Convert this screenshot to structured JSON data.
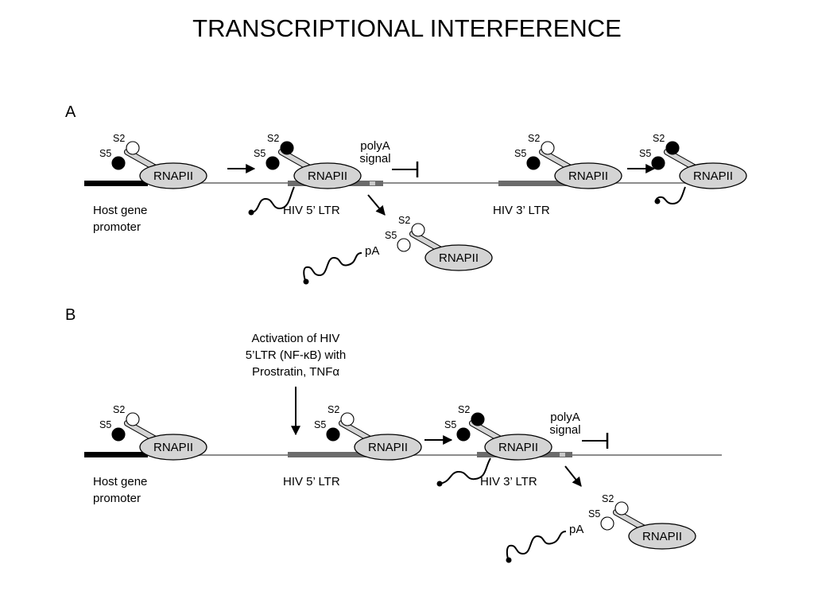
{
  "title": "TRANSCRIPTIONAL INTERFERENCE",
  "panel_a": {
    "label": "A",
    "host_promoter": [
      "Host gene",
      "promoter"
    ],
    "ltr5": "HIV 5’ LTR",
    "ltr3": "HIV 3’ LTR",
    "polya_signal": [
      "polyA",
      "signal"
    ],
    "pa": "pA"
  },
  "panel_b": {
    "label": "B",
    "activation": [
      "Activation of HIV",
      "5’LTR (NF-κB) with",
      "Prostratin, TNFα"
    ],
    "host_promoter": [
      "Host gene",
      "promoter"
    ],
    "ltr5": "HIV 5’ LTR",
    "ltr3": "HIV 3’ LTR",
    "polya_signal": [
      "polyA",
      "signal"
    ],
    "pa": "pA"
  },
  "polymerase": {
    "name": "RNAPII",
    "s2": "S2",
    "s5": "S5"
  },
  "polymerase_states": [
    {
      "panel": "A",
      "position": "host promoter",
      "s5": "phosphorylated",
      "s2": "unphosphorylated"
    },
    {
      "panel": "A",
      "position": "HIV 5' LTR",
      "s5": "phosphorylated",
      "s2": "phosphorylated"
    },
    {
      "panel": "A",
      "position": "released after polyA",
      "s5": "unphosphorylated",
      "s2": "unphosphorylated"
    },
    {
      "panel": "A",
      "position": "HIV 3' LTR",
      "s5": "phosphorylated",
      "s2": "unphosphorylated"
    },
    {
      "panel": "A",
      "position": "downstream of 3' LTR",
      "s5": "phosphorylated",
      "s2": "phosphorylated"
    },
    {
      "panel": "B",
      "position": "host promoter",
      "s5": "phosphorylated",
      "s2": "unphosphorylated"
    },
    {
      "panel": "B",
      "position": "HIV 5' LTR",
      "s5": "phosphorylated",
      "s2": "unphosphorylated"
    },
    {
      "panel": "B",
      "position": "HIV 3' LTR",
      "s5": "phosphorylated",
      "s2": "phosphorylated"
    },
    {
      "panel": "B",
      "position": "released after polyA",
      "s5": "unphosphorylated",
      "s2": "unphosphorylated"
    }
  ],
  "colors": {
    "dna_line": "#8c8c8c",
    "promoter_bar": "#000000",
    "ltr_bar": "#6b6b6b",
    "polya_box": "#c8c8c8",
    "rnapii_fill": "#d4d4d4",
    "phosphorylated": "#000000",
    "unphosphorylated": "#ffffff"
  }
}
